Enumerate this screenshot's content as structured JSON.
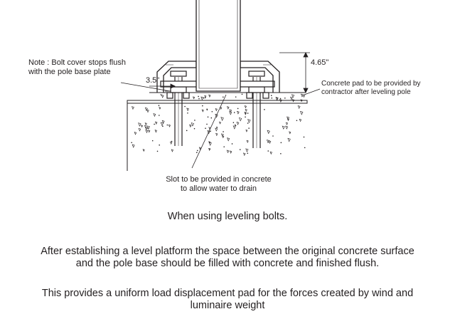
{
  "notes": {
    "bolt_cover_line1": "Note : Bolt cover stops flush",
    "bolt_cover_line2": "with the pole base plate",
    "slot_line1": "Slot to be provided in concrete",
    "slot_line2": "to allow water to drain",
    "concrete_pad_line1": "Concrete pad to be provided by",
    "concrete_pad_line2": "contractor after leveling pole"
  },
  "dimensions": {
    "pad_height": "3.5\"",
    "cover_height": "4.65\""
  },
  "caption": "When using leveling bolts.",
  "paragraph1": {
    "line1": "After establishing a level platform the space between the original concrete surface",
    "line2": "and the pole base should be filled with concrete and finished flush."
  },
  "paragraph2": {
    "line1": "This provides a uniform load displacement pad for  the forces created by wind and",
    "line2": "luminaire weight"
  },
  "colors": {
    "ink": "#231f20",
    "background": "#ffffff"
  }
}
